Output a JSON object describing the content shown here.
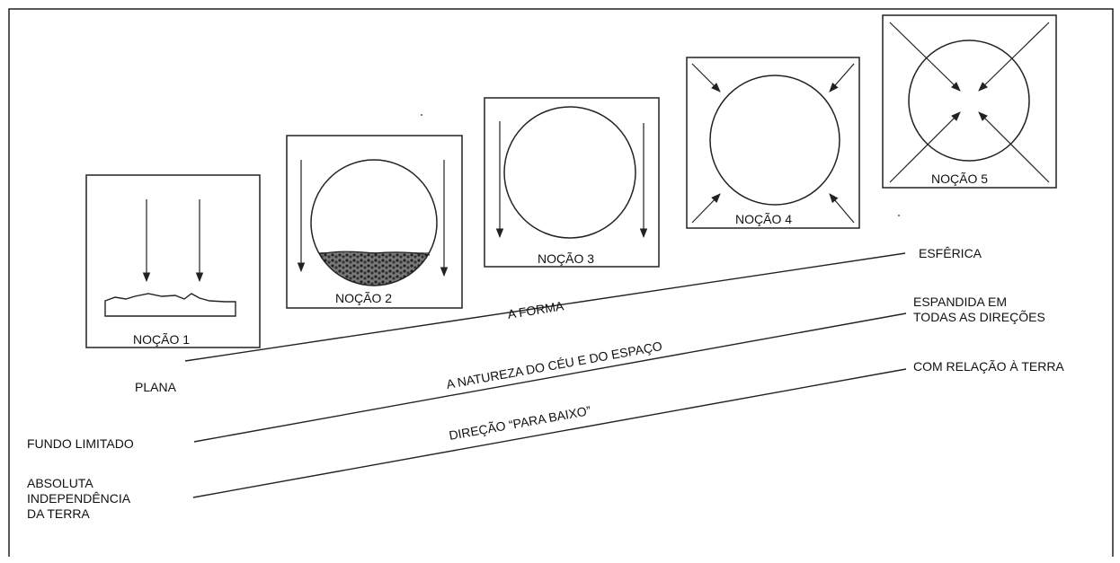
{
  "notions": [
    "NOÇÃO 1",
    "NOÇÃO 2",
    "NOÇÃO 3",
    "NOÇÃO 4",
    "NOÇÃO 5"
  ],
  "axes": [
    {
      "title": "A FORMA",
      "left": "PLANA",
      "right": "ESFÊRICA"
    },
    {
      "title": "A NATUREZA DO CÉU E DO ESPAÇO",
      "left": "FUNDO LIMITADO",
      "right_line1": "ESPANDIDA EM",
      "right_line2": "TODAS AS DIREÇÕES"
    },
    {
      "title": "DIREÇÃO “PARA BAIXO”",
      "left_line1": "ABSOLUTA",
      "left_line2": "INDEPENDÊNCIA",
      "left_line3": "DA TERRA",
      "right": "COM RELAÇÃO À TERRA"
    }
  ]
}
